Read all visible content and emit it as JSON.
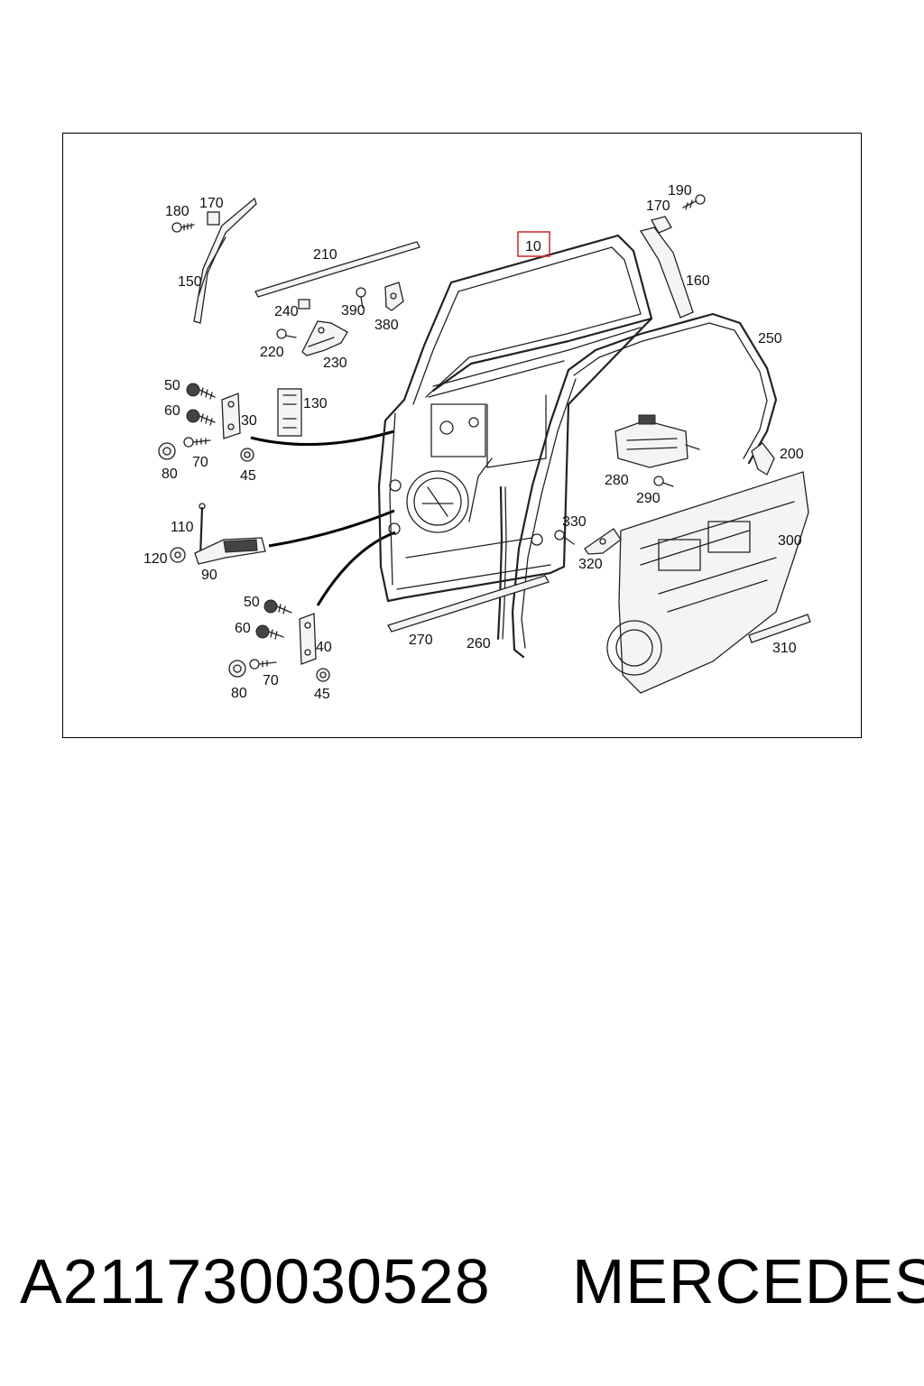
{
  "callouts": {
    "c10": "10",
    "c30": "30",
    "c40": "40",
    "c45a": "45",
    "c45b": "45",
    "c50a": "50",
    "c50b": "50",
    "c60a": "60",
    "c60b": "60",
    "c70a": "70",
    "c70b": "70",
    "c80a": "80",
    "c80b": "80",
    "c90": "90",
    "c110": "110",
    "c120": "120",
    "c130": "130",
    "c150": "150",
    "c160": "160",
    "c170a": "170",
    "c170b": "170",
    "c180": "180",
    "c190": "190",
    "c200": "200",
    "c210": "210",
    "c220": "220",
    "c230": "230",
    "c240": "240",
    "c250": "250",
    "c260": "260",
    "c270": "270",
    "c280": "280",
    "c290": "290",
    "c300": "300",
    "c310": "310",
    "c320": "320",
    "c330": "330",
    "c380": "380",
    "c390": "390"
  },
  "highlighted_part": "10",
  "highlight_color": "#d33333",
  "footer": {
    "part_number": "A211730030528",
    "brand": "MERCEDES"
  }
}
